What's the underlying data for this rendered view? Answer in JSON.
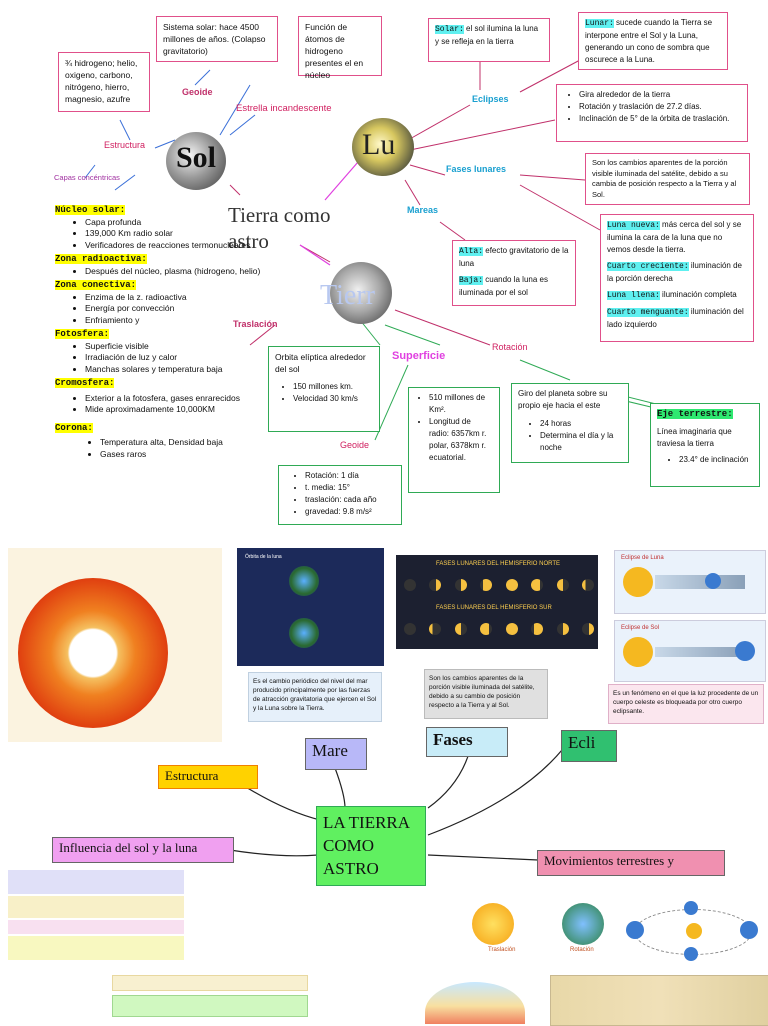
{
  "top": {
    "sol_age": "Sistema solar: hace 4500 millones de años. (Colapso gravitatorio)",
    "atoms": "Función de átomos de hidrogeno presentes el en núcleo",
    "composition": "¾ hidrogeno; helio, oxigeno, carbono, nitrógeno, hierro, magnesio, azufre",
    "geoide_top": "Geoide",
    "estrella": "Estrella incandescente",
    "estructura": "Estructura",
    "capas": "Capas concéntricas",
    "sol": "Sol",
    "lu": "Lu",
    "tierra_title": "Tierra como astro",
    "tierra_planet": "Tierr"
  },
  "sun_layers": {
    "nucleo_title": "Núcleo solar:",
    "nucleo_items": [
      "Capa profunda",
      "139,000 Km radio solar",
      "Verificadores de reacciones termonucleares"
    ],
    "radiativa_title": "Zona radioactiva:",
    "radiativa_items": [
      "Después del núcleo, plasma (hidrogeno, helio)"
    ],
    "convectiva_title": "Zona conectiva:",
    "convectiva_items": [
      "Enzima de la z. radioactiva",
      "Energía por convección",
      "Enfriamiento y"
    ],
    "fotosfera_title": "Fotosfera:",
    "fotosfera_items": [
      "Superficie visible",
      "Irradiación de luz y calor",
      "Manchas solares y temperatura baja"
    ],
    "cromosfera_title": "Cromosfera:",
    "cromosfera_items": [
      "Exterior a la fotosfera, gases enrarecidos",
      "Mide aproximadamente 10,000KM"
    ],
    "corona_title": "Corona:",
    "corona_items": [
      "Temperatura alta, Densidad baja",
      "Gases raros"
    ]
  },
  "moon": {
    "solar_tag": "Solar:",
    "solar_text": "el sol ilumina la luna y se refleja en la tierra",
    "lunar_tag": "Lunar:",
    "lunar_text": "sucede cuando la Tierra se interpone entre el Sol y la Luna, generando un cono de sombra que oscurece a la Luna.",
    "eclipses": "Eclipses",
    "facts": [
      "Gira alrededor de la tierra",
      "Rotación y traslación de 27.2 días.",
      "Inclinación de 5° de la órbita de traslación."
    ],
    "fases_lunares": "Fases lunares",
    "fases_text": "Son los cambios aparentes de la porción visible iluminada del satélite, debido a su cambia de posición respecto a la Tierra y al Sol.",
    "mareas": "Mareas",
    "alta_tag": "Alta:",
    "alta_text": "efecto gravitatorio de la luna",
    "baja_tag": "Baja:",
    "baja_text": "cuando la luna es iluminada por el sol",
    "nueva_tag": "Luna nueva:",
    "nueva_text": "más cerca del sol y se ilumina la cara de la luna que no vemos desde la tierra.",
    "creciente_tag": "Cuarto creciente:",
    "creciente_text": "iluminación de la porción derecha",
    "llena_tag": "Luna llena:",
    "llena_text": "iluminación completa",
    "menguante_tag": "Cuarto menguante:",
    "menguante_text": "iluminación del lado izquierdo"
  },
  "earth": {
    "traslacion": "Traslación",
    "orbita_text": "Orbita elíptica alrededor del sol",
    "orbita_items": [
      "150 millones km.",
      "Velocidad 30 km/s"
    ],
    "superficie": "Superficie",
    "superficie_items": [
      "510 millones de Km².",
      "Longitud de radio: 6357km r. polar, 6378km r. ecuatorial."
    ],
    "rotacion": "Rotación",
    "rotacion_text": "Giro del planeta sobre su propio eje hacia el este",
    "rotacion_items": [
      "24 horas",
      "Determina el día y la noche"
    ],
    "eje_tag": "Eje terrestre:",
    "eje_text": "Línea imaginaria que traviesa la tierra",
    "eje_items": [
      "23.4° de inclinación"
    ],
    "geoide": "Geoide",
    "geoide_items": [
      "Rotación: 1 día",
      "t. media: 15°",
      "traslación: cada año",
      "gravedad: 9.8 m/s²"
    ]
  },
  "bottom": {
    "mare_text": "Es el cambio periódico del nivel del mar producido principalmente por las fuerzas de atracción gravitatoria que ejercen el Sol y la Luna sobre la Tierra.",
    "fases_text": "Son los cambios aparentes de la porción visible iluminada del satélite, debido a su cambio de posición respecto a la Tierra y al Sol.",
    "ecli_text": "Es un fenómeno en el que la luz procedente de un cuerpo celeste es bloqueada por otro cuerpo eclipsante.",
    "fases_norte": "FASES LUNARES DEL HEMISFERIO NORTE",
    "fases_sur": "FASES LUNARES DEL HEMISFERIO SUR",
    "eclipse_luna": "Eclipse de Luna",
    "eclipse_sol": "Eclipse de Sol",
    "orbita_luna": "Órbita de la luna",
    "node_estructura": "Estructura",
    "node_mare": "Mare",
    "node_fases": "Fases",
    "node_ecli": "Ecli",
    "node_center": "LA TIERRA COMO ASTRO",
    "node_influencia": "Influencia del sol y la luna",
    "node_movimientos": "Movimientos terrestres y",
    "traslacion_cap": "Traslación",
    "rotacion_cap": "Rotación"
  }
}
